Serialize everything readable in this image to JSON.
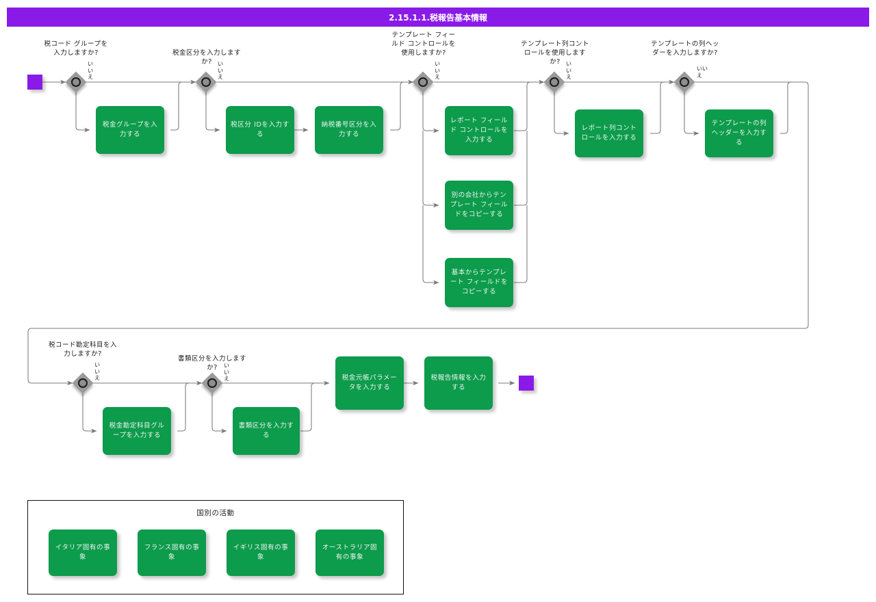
{
  "header": {
    "title": "2.15.1.1.税報告基本情報",
    "bar_color": "#8a1ae8",
    "text_color": "#ffffff"
  },
  "theme": {
    "task_fill": "#0d9b4c",
    "task_text": "#eef6f0",
    "decision_fill": "#9a9a9a",
    "marker_fill": "#8a1ae8",
    "line_color": "#6b6b6b"
  },
  "labels": {
    "no_branch": "いいえ"
  },
  "markers": {
    "start": "start-marker",
    "end": "end-marker"
  },
  "decisions": [
    {
      "id": "d1",
      "question": "税コード グループを入力しますか?",
      "no": "いいえ"
    },
    {
      "id": "d2",
      "question": "税金区分を入力しますか?",
      "no": "いいえ"
    },
    {
      "id": "d3",
      "question": "テンプレート フィールド コントロールを使用しますか?",
      "no": "いいえ"
    },
    {
      "id": "d4",
      "question": "テンプレート列コントロールを使用しますか?",
      "no": "いいえ"
    },
    {
      "id": "d5",
      "question": "テンプレートの列ヘッダーを入力しますか?",
      "no": "いいえ"
    },
    {
      "id": "d6",
      "question": "税コード勘定科目を入力しますか?",
      "no": "いいえ"
    },
    {
      "id": "d7",
      "question": "書類区分を入力しますか?",
      "no": "いいえ"
    }
  ],
  "tasks": [
    {
      "id": "t1",
      "label": "税金グループを入力する"
    },
    {
      "id": "t2",
      "label": "税区分 IDを入力する"
    },
    {
      "id": "t3",
      "label": "納税番号区分を入力する"
    },
    {
      "id": "t4",
      "label": "レポート フィールド コントロールを入力する"
    },
    {
      "id": "t5",
      "label": "別の会社からテンプレート フィールドをコピーする"
    },
    {
      "id": "t6",
      "label": "基本からテンプレート フィールドをコピーする"
    },
    {
      "id": "t7",
      "label": "レポート列コントロールを入力する"
    },
    {
      "id": "t8",
      "label": "テンプレートの列ヘッダーを入力する"
    },
    {
      "id": "t9",
      "label": "税金勘定科目グループを入力する"
    },
    {
      "id": "t10",
      "label": "書類区分を入力する"
    },
    {
      "id": "t11",
      "label": "税金元帳パラメータを入力する"
    },
    {
      "id": "t12",
      "label": "税報告情報を入力する"
    }
  ],
  "group": {
    "title": "国別の活動",
    "items": [
      {
        "id": "g1",
        "label": "イタリア固有の事象"
      },
      {
        "id": "g2",
        "label": "フランス固有の事象"
      },
      {
        "id": "g3",
        "label": "イギリス固有の事象"
      },
      {
        "id": "g4",
        "label": "オーストラリア固有の事象"
      }
    ]
  }
}
